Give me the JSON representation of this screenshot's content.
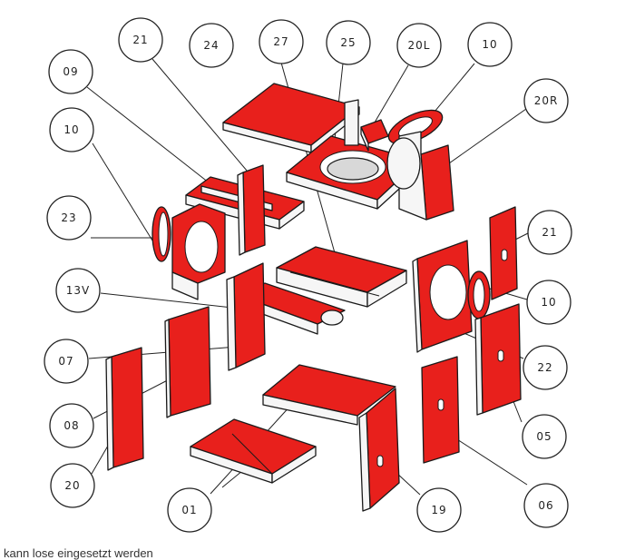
{
  "callouts": {
    "l09": "09",
    "l21a": "21",
    "l24": "24",
    "l27": "27",
    "l25": "25",
    "l20L": "20L",
    "l10a": "10",
    "l20R": "20R",
    "l10b": "10",
    "l23": "23",
    "l13V": "13V",
    "l07": "07",
    "l08": "08",
    "l20": "20",
    "l01": "01",
    "l19": "19",
    "l06": "06",
    "l05": "05",
    "l22": "22",
    "l10c": "10",
    "l21b": "21"
  },
  "footnote": "kann lose eingesetzt werden"
}
